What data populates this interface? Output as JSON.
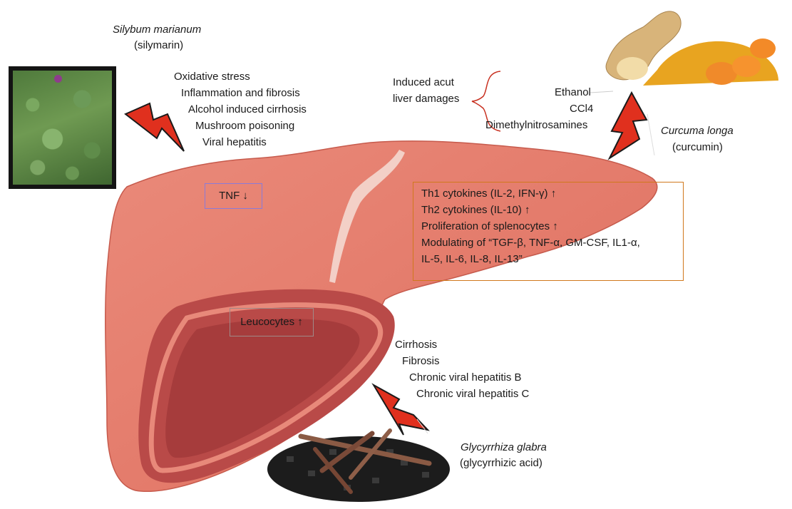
{
  "silybum": {
    "name": "Silybum marianum",
    "compound": "(silymarin)",
    "effects": [
      "Oxidative stress",
      "Inflammation and fibrosis",
      "Alcohol induced cirrhosis",
      "Mushroom poisoning",
      "Viral hepatitis"
    ]
  },
  "curcuma": {
    "name": "Curcuma longa",
    "compound": "(curcumin)",
    "induced_label": [
      "Induced acut",
      "liver damages"
    ],
    "agents": [
      "Ethanol",
      "CCl4",
      "Dimethylnitrosamines"
    ]
  },
  "glycyrrhiza": {
    "name": "Glycyrrhiza glabra",
    "compound": "(glycyrrhizic acid)",
    "effects": [
      "Cirrhosis",
      "Fibrosis",
      "Chronic viral hepatitis B",
      "Chronic viral hepatitis C"
    ]
  },
  "boxes": {
    "tnf": "TNF ↓",
    "leucocytes": "Leucocytes ↑",
    "cytokines": [
      "Th1 cytokines (IL-2, IFN-γ) ↑",
      "Th2 cytokines (IL-10) ↑",
      "Proliferation of splenocytes ↑",
      "Modulating of “TGF-β, TNF-α, GM-CSF, IL1-α,",
      "IL-5, IL-6, IL-8, IL-13”"
    ]
  },
  "colors": {
    "liver": "#e47a6a",
    "liver_dark": "#b74848",
    "lightning": "#e0301e",
    "cytokine_box": "#d0781c",
    "tnf_box": "#8a7ad8"
  }
}
